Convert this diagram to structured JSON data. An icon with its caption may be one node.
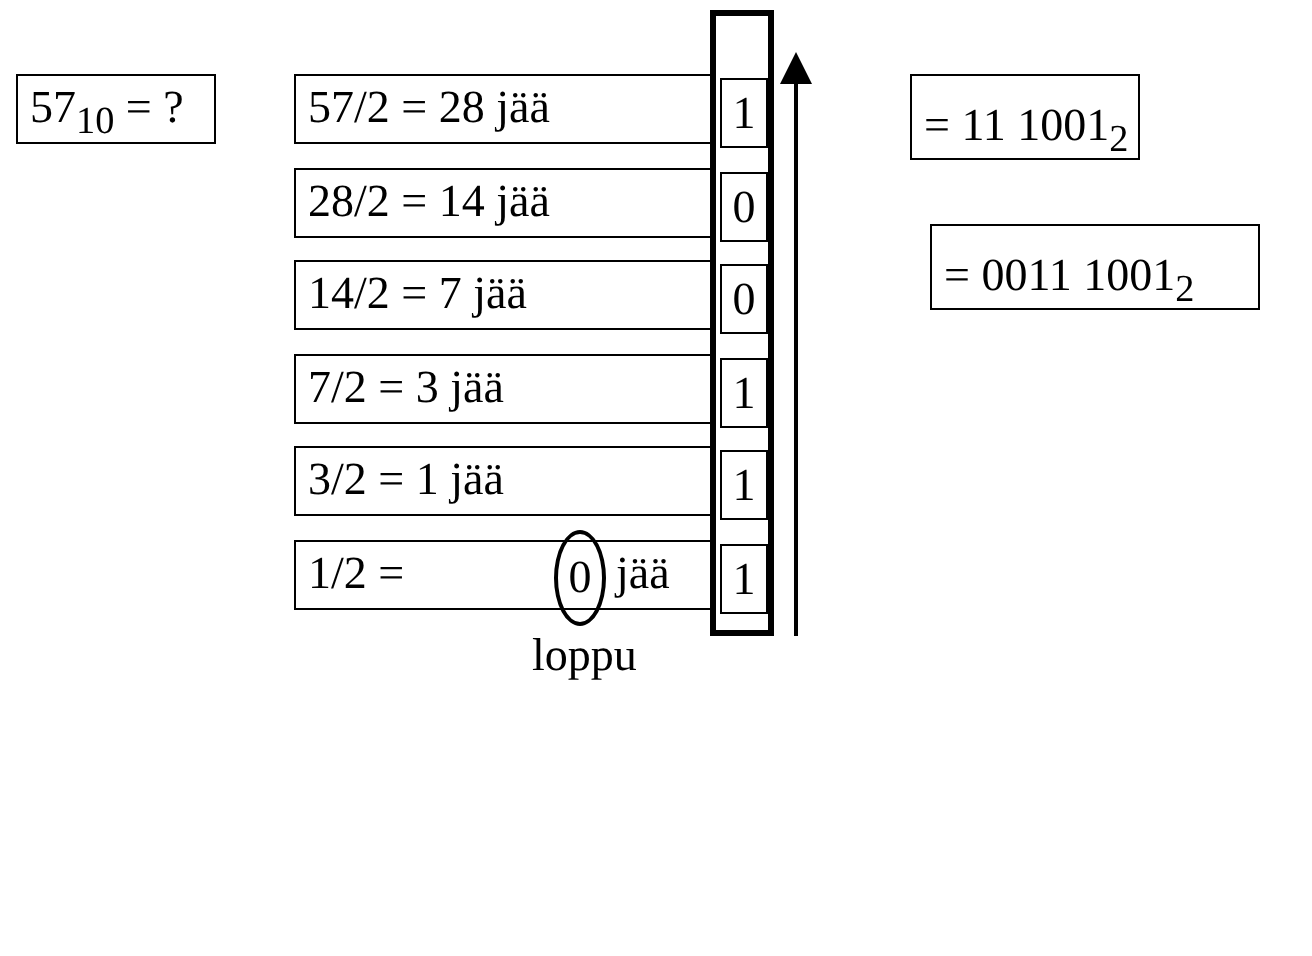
{
  "diagram": {
    "nodes": [
      {
        "text": [
          "57$_{10}$ = ?"
        ]
      },
      {
        "text": [
          "57/2 = 28 jää"
        ]
      },
      {
        "text": [
          "28/2 = 14 jää"
        ]
      },
      {
        "text": [
          "14/2 = 7 jää"
        ]
      },
      {
        "text": [
          "7/2 = 3 jää"
        ]
      },
      {
        "text": [
          "3/2 = 1 jää"
        ]
      },
      {
        "text": [
          "1/2 =",
          "jää"
        ]
      },
      {
        "text": [],
        "shape": "box"
      },
      {
        "text": [
          "1"
        ],
        "in": 7
      },
      {
        "text": [
          "0"
        ],
        "in": 7
      },
      {
        "text": [
          "0"
        ],
        "in": 7
      },
      {
        "text": [
          "1"
        ],
        "in": 7
      },
      {
        "text": [
          "1"
        ],
        "in": 7
      },
      {
        "text": [
          "1"
        ],
        "in": 7
      },
      {
        "text": [
          "0"
        ],
        "beside": [
          "loppu"
        ]
      },
      {
        "text": [
          "= 11 1001$_{2}$"
        ]
      },
      {
        "text": [
          "= 0011 1001$_{2}$"
        ]
      }
    ]
  }
}
